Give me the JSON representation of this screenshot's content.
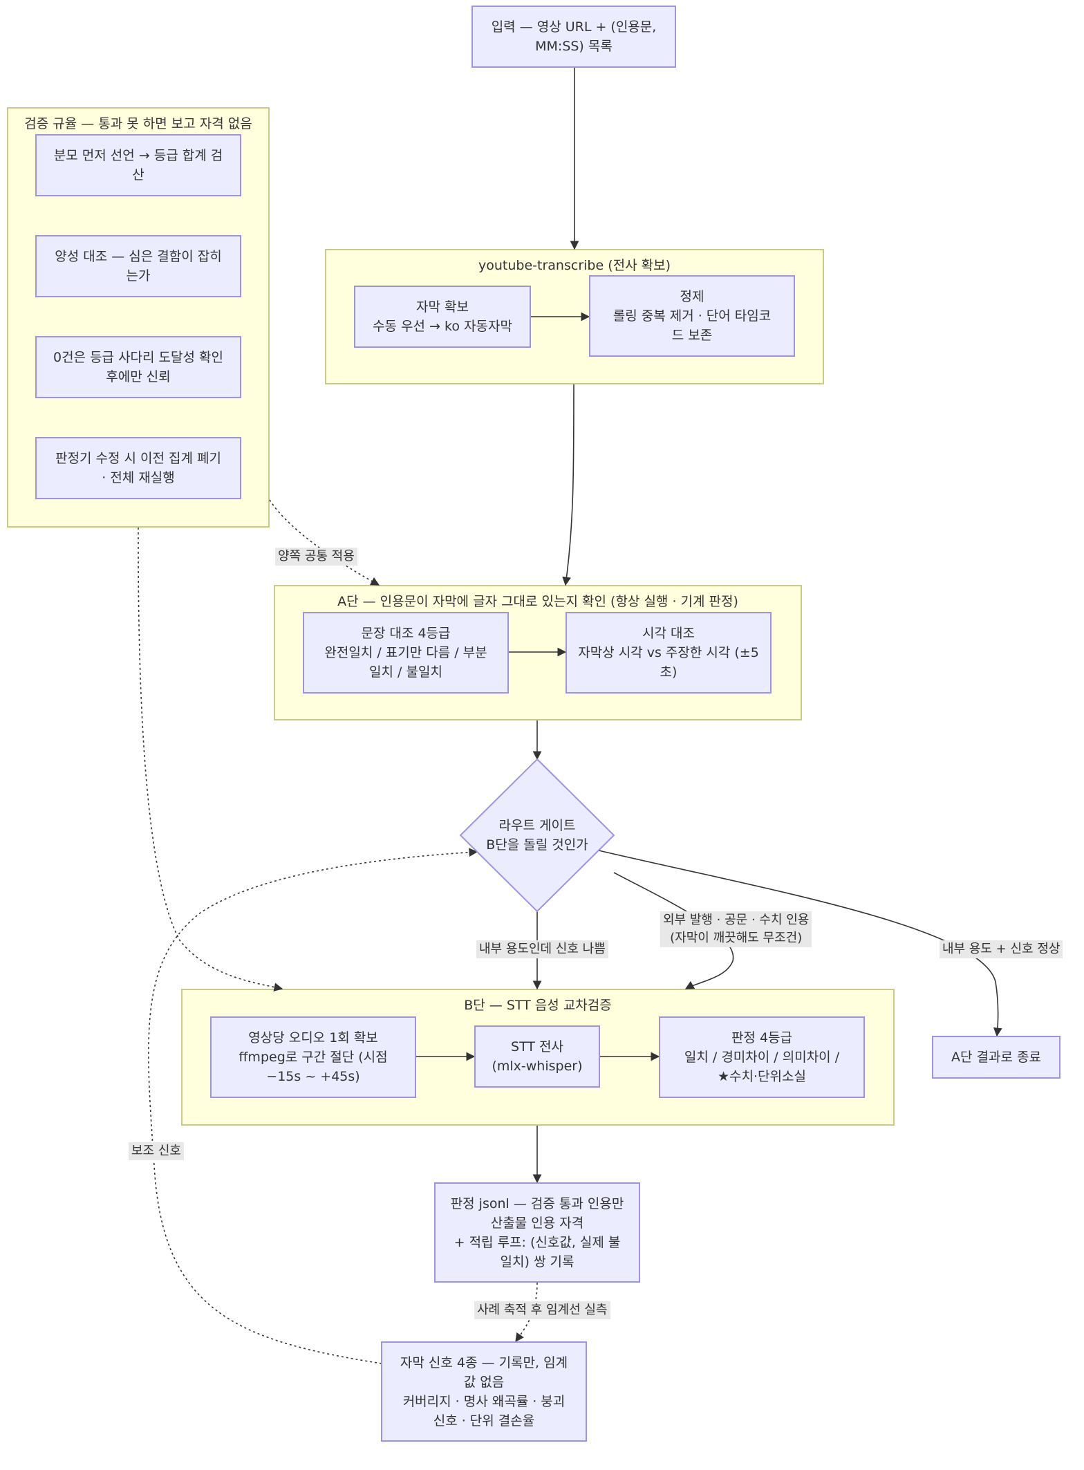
{
  "colors": {
    "node_fill": "#ececff",
    "node_border": "#9f92de",
    "cluster_fill": "#ffffde",
    "cluster_border": "#c9c98a",
    "edge": "#333333",
    "edge_label_bg": "#e8e8e8"
  },
  "nodes": {
    "input": {
      "line1": "입력 — 영상 URL + (인용문,",
      "line2": "MM:SS) 목록"
    },
    "subtitle_get": {
      "line1": "자막 확보",
      "line2": "수동 우선 → ko 자동자막"
    },
    "cleanup": {
      "line1": "정제",
      "line2": "롤링 중복 제거 · 단어 타임코",
      "line3": "드 보존"
    },
    "sentence_compare": {
      "line1": "문장 대조 4등급",
      "line2": "완전일치 / 표기만 다름 / 부분",
      "line3": "일치 / 불일치"
    },
    "time_compare": {
      "line1": "시각 대조",
      "line2": "자막상 시각 vs 주장한 시각 (±5",
      "line3": "초)"
    },
    "route_gate": {
      "line1": "라우트 게이트",
      "line2": "B단을 돌릴 것인가"
    },
    "audio": {
      "line1": "영상당 오디오 1회 확보",
      "line2": "ffmpeg로 구간 절단 (시점",
      "line3": "−15s ~ +45s)"
    },
    "stt": {
      "line1": "STT 전사",
      "line2": "(mlx-whisper)"
    },
    "judge4": {
      "line1": "판정 4등급",
      "line2": "일치 / 경미차이 / 의미차이 /",
      "line3": "★수치·단위소실"
    },
    "a_end": {
      "line1": "A단 결과로 종료"
    },
    "jsonl": {
      "line1": "판정 jsonl — 검증 통과 인용만",
      "line2": "산출물 인용 자격",
      "line3": "+ 적립 루프: (신호값, 실제 불",
      "line4": "일치) 쌍 기록"
    },
    "signals": {
      "line1": "자막 신호 4종 — 기록만, 임계",
      "line2": "값 없음",
      "line3": "커버리지 · 명사 왜곡률 · 붕괴",
      "line4": "신호 · 단위 결손율"
    },
    "rule1": {
      "line1": "분모 먼저 선언 → 등급 합계 검",
      "line2": "산"
    },
    "rule2": {
      "line1": "양성 대조 — 심은 결함이 잡히",
      "line2": "는가"
    },
    "rule3": {
      "line1": "0건은 등급 사다리 도달성 확인",
      "line2": "후에만 신뢰"
    },
    "rule4": {
      "line1": "판정기 수정 시 이전 집계 폐기",
      "line2": "· 전체 재실행"
    }
  },
  "clusters": {
    "rules": "검증 규율 — 통과 못 하면 보고 자격 없음",
    "transcribe": "youtube-transcribe (전사 확보)",
    "a_stage": "A단 — 인용문이 자막에 글자 그대로 있는지 확인 (항상 실행 · 기계 판정)",
    "b_stage": "B단 — STT 음성 교차검증"
  },
  "edge_labels": {
    "both_apply": "양쪽 공통 적용",
    "internal_bad": "내부 용도인데 신호 나쁨",
    "external_line1": "외부 발행 · 공문 · 수치 인용",
    "external_line2": "(자막이 깨끗해도 무조건)",
    "internal_ok": "내부 용도 + 신호 정상",
    "aux_signal": "보조 신호",
    "accumulate": "사례 축적 후 임계선 실측"
  }
}
